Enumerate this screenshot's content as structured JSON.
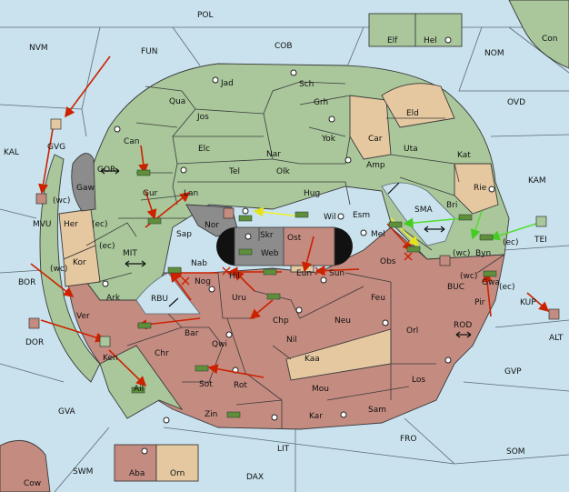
{
  "colors": {
    "sea": "#c9e2ee",
    "green": "#a9c79b",
    "tan": "#e5c8a0",
    "red": "#c48b80",
    "gray": "#8c8c8c",
    "order": "#cc2200",
    "yellow_order": "#f2ee2a",
    "green_order": "#55dd33"
  },
  "sea_labels": {
    "pol": "POL",
    "nvm": "NVM",
    "fun": "FUN",
    "cob": "COB",
    "nom": "NOM",
    "con": "Con",
    "ovd": "OVD",
    "kal": "KAL",
    "kam": "KAM",
    "sma": "SMA",
    "tei": "TEI",
    "bor": "BOR",
    "mit": "MIT",
    "rbu": "RBU",
    "buc": "BUC",
    "kup": "KUP",
    "rod": "ROD",
    "alt": "ALT",
    "gvp": "GVP",
    "dor": "DOR",
    "gva": "GVA",
    "lit": "LIT",
    "fro": "FRO",
    "som": "SOM",
    "swm": "SWM",
    "dax": "DAX",
    "cow": "Cow",
    "elf": "Elf",
    "hel": "Hel",
    "gor": "GOR"
  },
  "land_labels": {
    "jad": "Jad",
    "sch": "Sch",
    "qua": "Qua",
    "jos": "Jos",
    "grh": "Grh",
    "eld": "Eld",
    "can": "Can",
    "yok": "Yok",
    "car": "Car",
    "uta": "Uta",
    "kat": "Kat",
    "elc": "Elc",
    "nar": "Nar",
    "tel": "Tel",
    "olk": "Olk",
    "amp": "Amp",
    "gvg": "GVG",
    "gaw": "Gaw",
    "gur": "Gur",
    "lan": "Lan",
    "hug": "Hug",
    "bri": "Bri",
    "rie": "Rie",
    "mvu": "MVU",
    "her": "Her",
    "esm": "Esm",
    "wil": "Wil",
    "nor": "Nor",
    "sap": "Sap",
    "skr": "Skr",
    "ost": "Ost",
    "mel": "Mel",
    "web": "Web",
    "kor": "Kor",
    "nab": "Nab",
    "byn": "Byn",
    "obs": "Obs",
    "eun": "Eun",
    "sun": "Sun",
    "hil": "Hil",
    "nog": "Nog",
    "ark": "Ark",
    "uru": "Uru",
    "feu": "Feu",
    "pir": "Pir",
    "gwa": "Gwa",
    "ver": "Ver",
    "chp": "Chp",
    "neu": "Neu",
    "bar": "Bar",
    "orl": "Orl",
    "qwi": "Qwi",
    "nil": "Nil",
    "ken": "Ken",
    "chr": "Chr",
    "kaa": "Kaa",
    "los": "Los",
    "sot": "Sot",
    "rot": "Rot",
    "mou": "Mou",
    "ail": "Ail",
    "sam": "Sam",
    "zin": "Zin",
    "kar": "Kar",
    "aba": "Aba",
    "orn": "Orn"
  },
  "coast_notes": {
    "gvg_wc": "(wc)",
    "her_ec": "(ec)",
    "kor_ec": "(ec)",
    "kor_wc": "(wc)",
    "byn_wc": "(wc)",
    "byn_ec": "(ec)",
    "gwa_wc": "(wc)",
    "gwa_ec": "(ec)"
  }
}
